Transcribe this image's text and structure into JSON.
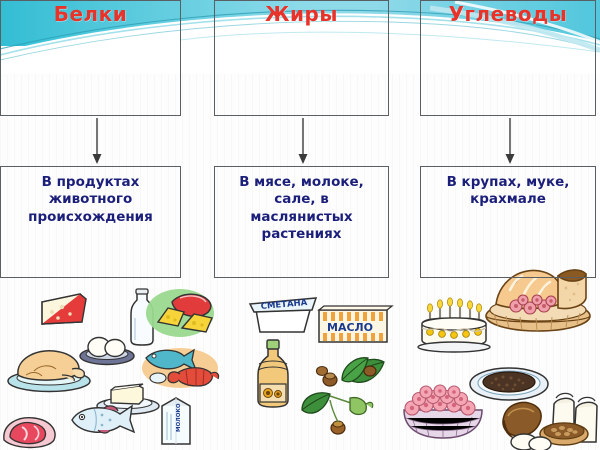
{
  "slide": {
    "title_row": {
      "columns": [
        {
          "label": "Белки",
          "color": "#e8332a"
        },
        {
          "label": "Жиры",
          "color": "#e8332a"
        },
        {
          "label": "Углеводы",
          "color": "#e8332a"
        }
      ]
    },
    "description_row": {
      "boxes": [
        {
          "text": "В продуктах\nживотного\nпроисхождения"
        },
        {
          "text": "В мясе, молоке,\nсале, в\nмаслянистых\nрастениях"
        },
        {
          "text": "В крупах, муке,\nкрахмале"
        }
      ]
    },
    "arrows": [
      {
        "name": "arrow-proteins"
      },
      {
        "name": "arrow-fats"
      },
      {
        "name": "arrow-carbs"
      }
    ],
    "colors": {
      "heading_red": "#e8332a",
      "body_blue": "#1b1f7a",
      "box_border": "#5a5f63",
      "banner_cyan": "#41c9dd",
      "banner_teal": "#2aa8c0",
      "background": "#fdfdfd"
    },
    "illustrations": {
      "proteins": [
        {
          "name": "cheese-wedge-icon"
        },
        {
          "name": "eggs-on-plate-icon"
        },
        {
          "name": "roast-chicken-icon"
        },
        {
          "name": "butter-block-icon"
        },
        {
          "name": "fish-icon"
        },
        {
          "name": "ham-meat-icon"
        },
        {
          "name": "milk-bottle-icon"
        },
        {
          "name": "cheese-slices-icon"
        },
        {
          "name": "seafood-lobster-icon"
        },
        {
          "name": "milk-carton-icon"
        }
      ],
      "fats": [
        {
          "name": "sour-cream-tub-icon",
          "label": "СМЕТАНА"
        },
        {
          "name": "butter-pack-icon",
          "label": "МАСЛО"
        },
        {
          "name": "sunflower-oil-bottle-icon"
        },
        {
          "name": "hazelnut-branch-icon"
        },
        {
          "name": "nut-leaf-sprig-icon"
        }
      ],
      "carbohydrates": [
        {
          "name": "bread-basket-icon"
        },
        {
          "name": "birthday-cake-icon"
        },
        {
          "name": "buckwheat-plate-icon"
        },
        {
          "name": "berry-bowl-icon"
        },
        {
          "name": "bread-eggs-flour-icon"
        }
      ]
    }
  }
}
